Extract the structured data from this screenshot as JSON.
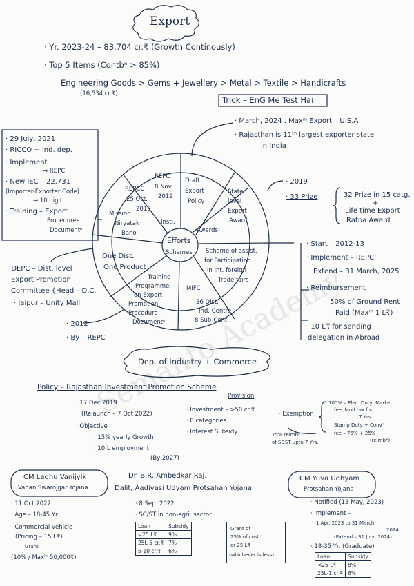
{
  "watermark": "Semanto Academy",
  "title": "Export",
  "top": {
    "fy_line": "· Yr. 2023-24 – 83,704 cr.₹ (Growth Continously)",
    "top5_line": "· Top 5 Items (Contbⁿ > 85%)",
    "items_line": "Engineering Goods > Gems + Jewellery > Metal > Textile > Handicrafts",
    "items_value": "(16,534 cr.₹)",
    "trick": "Trick – EnG Me Test Hai"
  },
  "right_top": {
    "line1": "· March, 2024 . Maxᵐ Export – U.S.A",
    "line2": "· Rajasthan is 11ᵗʰ largest exporter state",
    "line3": "in India"
  },
  "awards": {
    "year": "· 2019",
    "prize": "· 33 Prize",
    "detail1": "32 Prize in 15 catg.",
    "detail2": "+",
    "detail3": "Life time Export",
    "detail4": "Ratna Award"
  },
  "fairs": {
    "l1": "· Start – 2012-13",
    "l2": "· Implement – REPC",
    "l3": "Extend – 31 March, 2025",
    "l4": "· Reimbursement",
    "l5": "– 50% of Ground Rent",
    "l6": "Paid (Maxᵐ 1 L₹)",
    "l7": "· 10 L₹ for sending",
    "l8": "delegation in Abroad"
  },
  "left_box": {
    "l1": "· 29 July, 2021",
    "l2": "· RICCO + Ind. dep.",
    "l3": "· Implement",
    "l4": "→ REPC",
    "l5": "· New IEC – 22,731",
    "l6": "(Importer-Exporter Code)",
    "l7": "→ 10 digit",
    "l8": "· Training – Export",
    "l9": "Procedures",
    "l10": "Documentⁿ"
  },
  "depc": {
    "l1": "· DEPC – Dist. level",
    "l2": "Export Promotion",
    "l3": "Committee {Head – D.C.",
    "l4": "· Jaipur – Unity Mall",
    "l5": "· 2012",
    "l6": "· By – REPC"
  },
  "wheel": {
    "center1": "Efforts",
    "center2": "Schemes",
    "inst": "Insti.",
    "awards": "Awards",
    "repcc": [
      "REPCC",
      "25 Oct.",
      "2019"
    ],
    "repc": [
      "REPC",
      "8 Nov.",
      "2019"
    ],
    "draft": [
      "Draft",
      "Export",
      "Policy"
    ],
    "state": [
      "State",
      "level",
      "Export",
      "Award"
    ],
    "mission": [
      "Mission",
      "Niryatak",
      "Bano"
    ],
    "odop": [
      "One Dist.",
      "One Product"
    ],
    "scheme": [
      "Scheme of assist.",
      "for Participation",
      "in Int. foreign",
      "Trade fairs"
    ],
    "training": [
      "Training",
      "Programme",
      "on Export",
      "Promotion,",
      "Procedure",
      "Documentⁿ"
    ],
    "mifc": [
      "MIFC",
      "36 Dist.",
      "Ind. Centre",
      "8 Sub-Cent."
    ]
  },
  "doi": {
    "title": "Dep. of Industry + Commerce",
    "policy": "Policy – Rajasthan Investment Promotion Scheme",
    "provision": "Provision",
    "date": "· 17 Dec 2019",
    "relaunch": "(Relaunch – 7 Oct 2022)",
    "objective": "· Objective",
    "obj1": "· 15% yearly Growth",
    "obj2": "· 10 L employment",
    "obj3": "(By 2027)",
    "prov1": "· Investment – >50 cr.₹",
    "prov2": "· 8 categories",
    "prov3": "· Interest Subsidy",
    "exemption": "· Exemption",
    "ex1": "100% – Elec. Duty, Market",
    "ex2": "fee, land tax for",
    "ex3": "7 Yrs.",
    "ex4": "Stamp Duty + Convⁿ",
    "ex5": "fee – 75% + 25%",
    "ex6": "(reimb*)",
    "reimb1": "75% reimb*",
    "reimb2": "of SGST upto 7 Yrs."
  },
  "laghu": {
    "title1": "CM Laghu Vanijyik",
    "title2": "Vahan Swarojgar Yojana",
    "l1": "· 11 Oct 2022",
    "l2": "· Age – 18-45 Yr.",
    "l3": "· Commercial vehicle",
    "l4": "(Pricing – 15 L₹)",
    "l5": "Grant",
    "l6": "(10% / Maxᵐ 50,000₹)"
  },
  "ambedkar": {
    "title1": "Dr. B.R. Ambedkar Raj.",
    "title2": "Dalit, Aadivasi Udyam Protsahan Yojana",
    "l1": "· 8 Sep. 2022",
    "l2": "· SC/ST in non-agri. sector",
    "table_header": [
      "Loan",
      "Subsidy"
    ],
    "rows": [
      [
        "<25 L₹",
        "9%"
      ],
      [
        "25L-5 cr.₹",
        "7%"
      ],
      [
        "5-10 cr.₹",
        "6%"
      ]
    ],
    "grant1": "Grant of",
    "grant2": "25% of cost",
    "grant3": "or 25 L₹",
    "grant4": "(whichever is less)"
  },
  "yuva": {
    "title1": "CM Yuva Udhyam",
    "title2": "Protsahan Yojana",
    "l1": "· Notified (13 May, 2023)",
    "l2": "· Implement –",
    "l3": "1 Apr. 2023 to 31 March",
    "l4": "2024",
    "l5": "(Extend – 31 July, 2024)",
    "l6": "· 18-35 Yr. (Graduate)",
    "table_header": [
      "Loan",
      "Subsidy"
    ],
    "rows": [
      [
        "<25 L₹",
        "8%"
      ],
      [
        "25L-1 cr.₹",
        "6%"
      ]
    ]
  }
}
